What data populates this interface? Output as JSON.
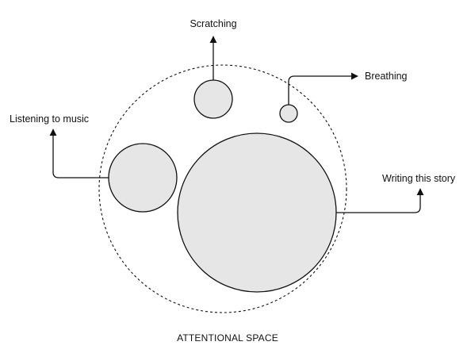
{
  "diagram": {
    "caption": "ATTENTIONAL SPACE",
    "labels": {
      "scratching": "Scratching",
      "breathing": "Breathing",
      "listening": "Listening to music",
      "writing": "Writing this story"
    },
    "colors": {
      "circle_fill": "#e6e6e6",
      "stroke": "#111111",
      "background": "#ffffff"
    }
  }
}
